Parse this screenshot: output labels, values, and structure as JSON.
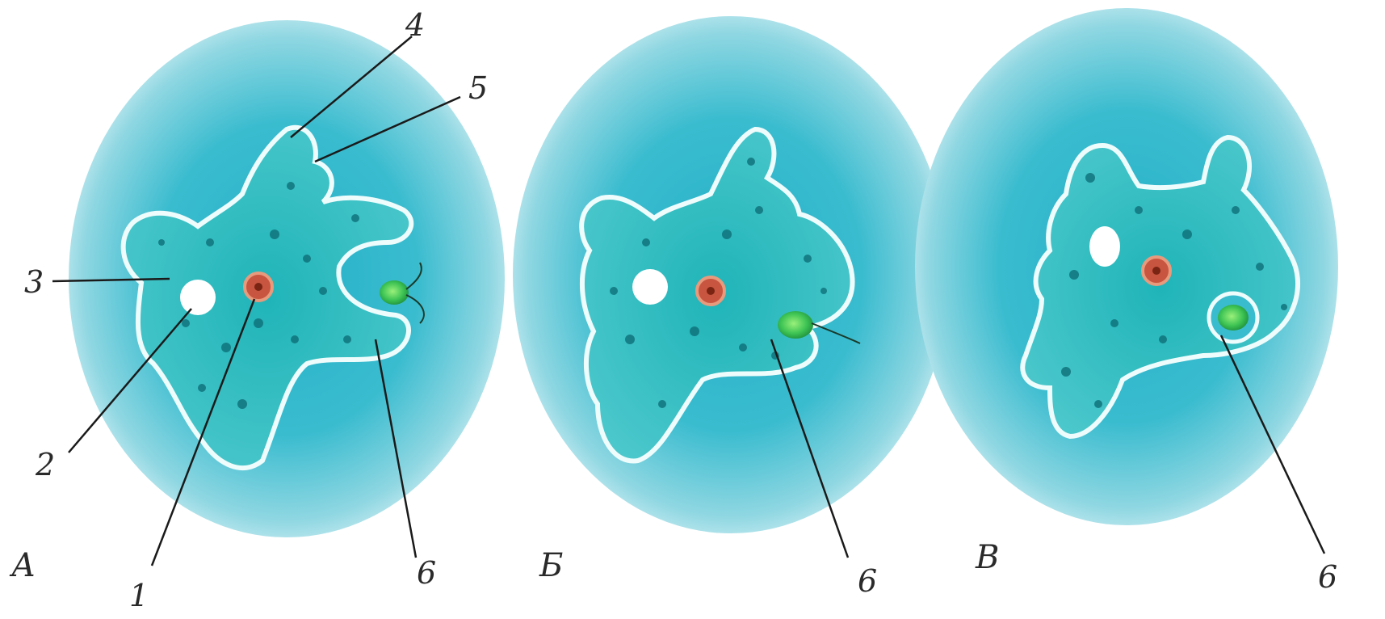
{
  "panels": [
    {
      "label": "А"
    },
    {
      "label": "Б"
    },
    {
      "label": "В"
    }
  ],
  "callouts": {
    "a1": "1",
    "a2": "2",
    "a3": "3",
    "a4": "4",
    "a5": "5",
    "a6": "6",
    "b6": "6",
    "c6": "6"
  },
  "colors": {
    "medium": "#2fb6cc",
    "cytoplasm": "#3cc4cc",
    "membrane": "#e9fbfb",
    "nucleus": "#c8553f",
    "vacuole": "#ffffff",
    "food": "#4ccf5a",
    "leader": "#1a1a1a"
  }
}
